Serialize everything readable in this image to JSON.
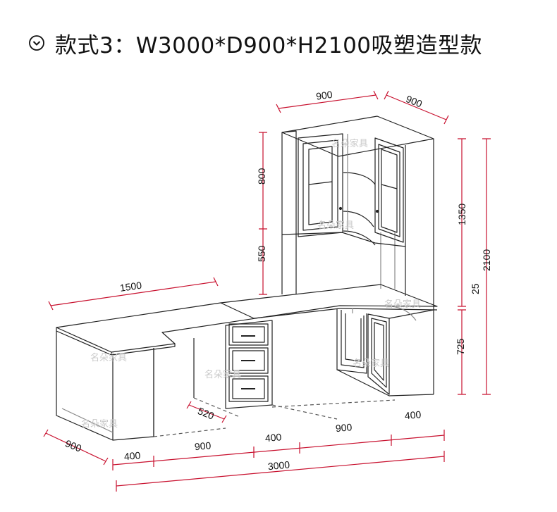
{
  "title": "款式3：W3000*D900*H2100吸塑造型款",
  "watermark": "名朵家具",
  "colors": {
    "dimension_line": "#c8102e",
    "drawing_line": "#222222",
    "dimension_text": "#111111"
  },
  "dimensions": {
    "top_width": "900",
    "top_depth": "900",
    "upper_cabinet": "800",
    "gap_above_desk": "550",
    "right_height": "1350",
    "total_height": "2100",
    "desk_thickness": "25",
    "lower_height": "725",
    "desk_length": "1500",
    "knee_depth": "520",
    "left_depth": "900",
    "seg_left_400": "400",
    "seg_middle_900": "900",
    "seg_drawer_400": "400",
    "seg_corner_900": "900",
    "seg_right_400": "400",
    "total_width": "3000"
  }
}
